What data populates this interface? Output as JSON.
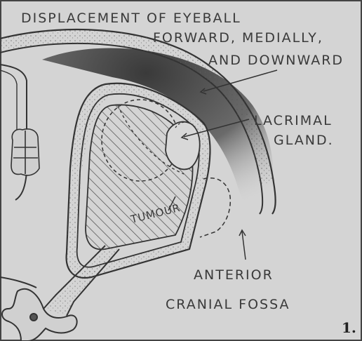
{
  "labels": {
    "displacement_line1": "DISPLACEMENT OF EYEBALL",
    "displacement_line2": "FORWARD, MEDIALLY,",
    "displacement_line3": "AND DOWNWARD",
    "lacrimal_line1": "LACRIMAL",
    "lacrimal_line2": "GLAND.",
    "tumour": "TUMOUR",
    "fossa_line1": "ANTERIOR",
    "fossa_line2": "CRANIAL FOSSA",
    "figure_number": "1."
  },
  "colors": {
    "paper": "#d4d4d4",
    "ink": "#3a3a3a",
    "shadow": "#2f2f2f"
  }
}
